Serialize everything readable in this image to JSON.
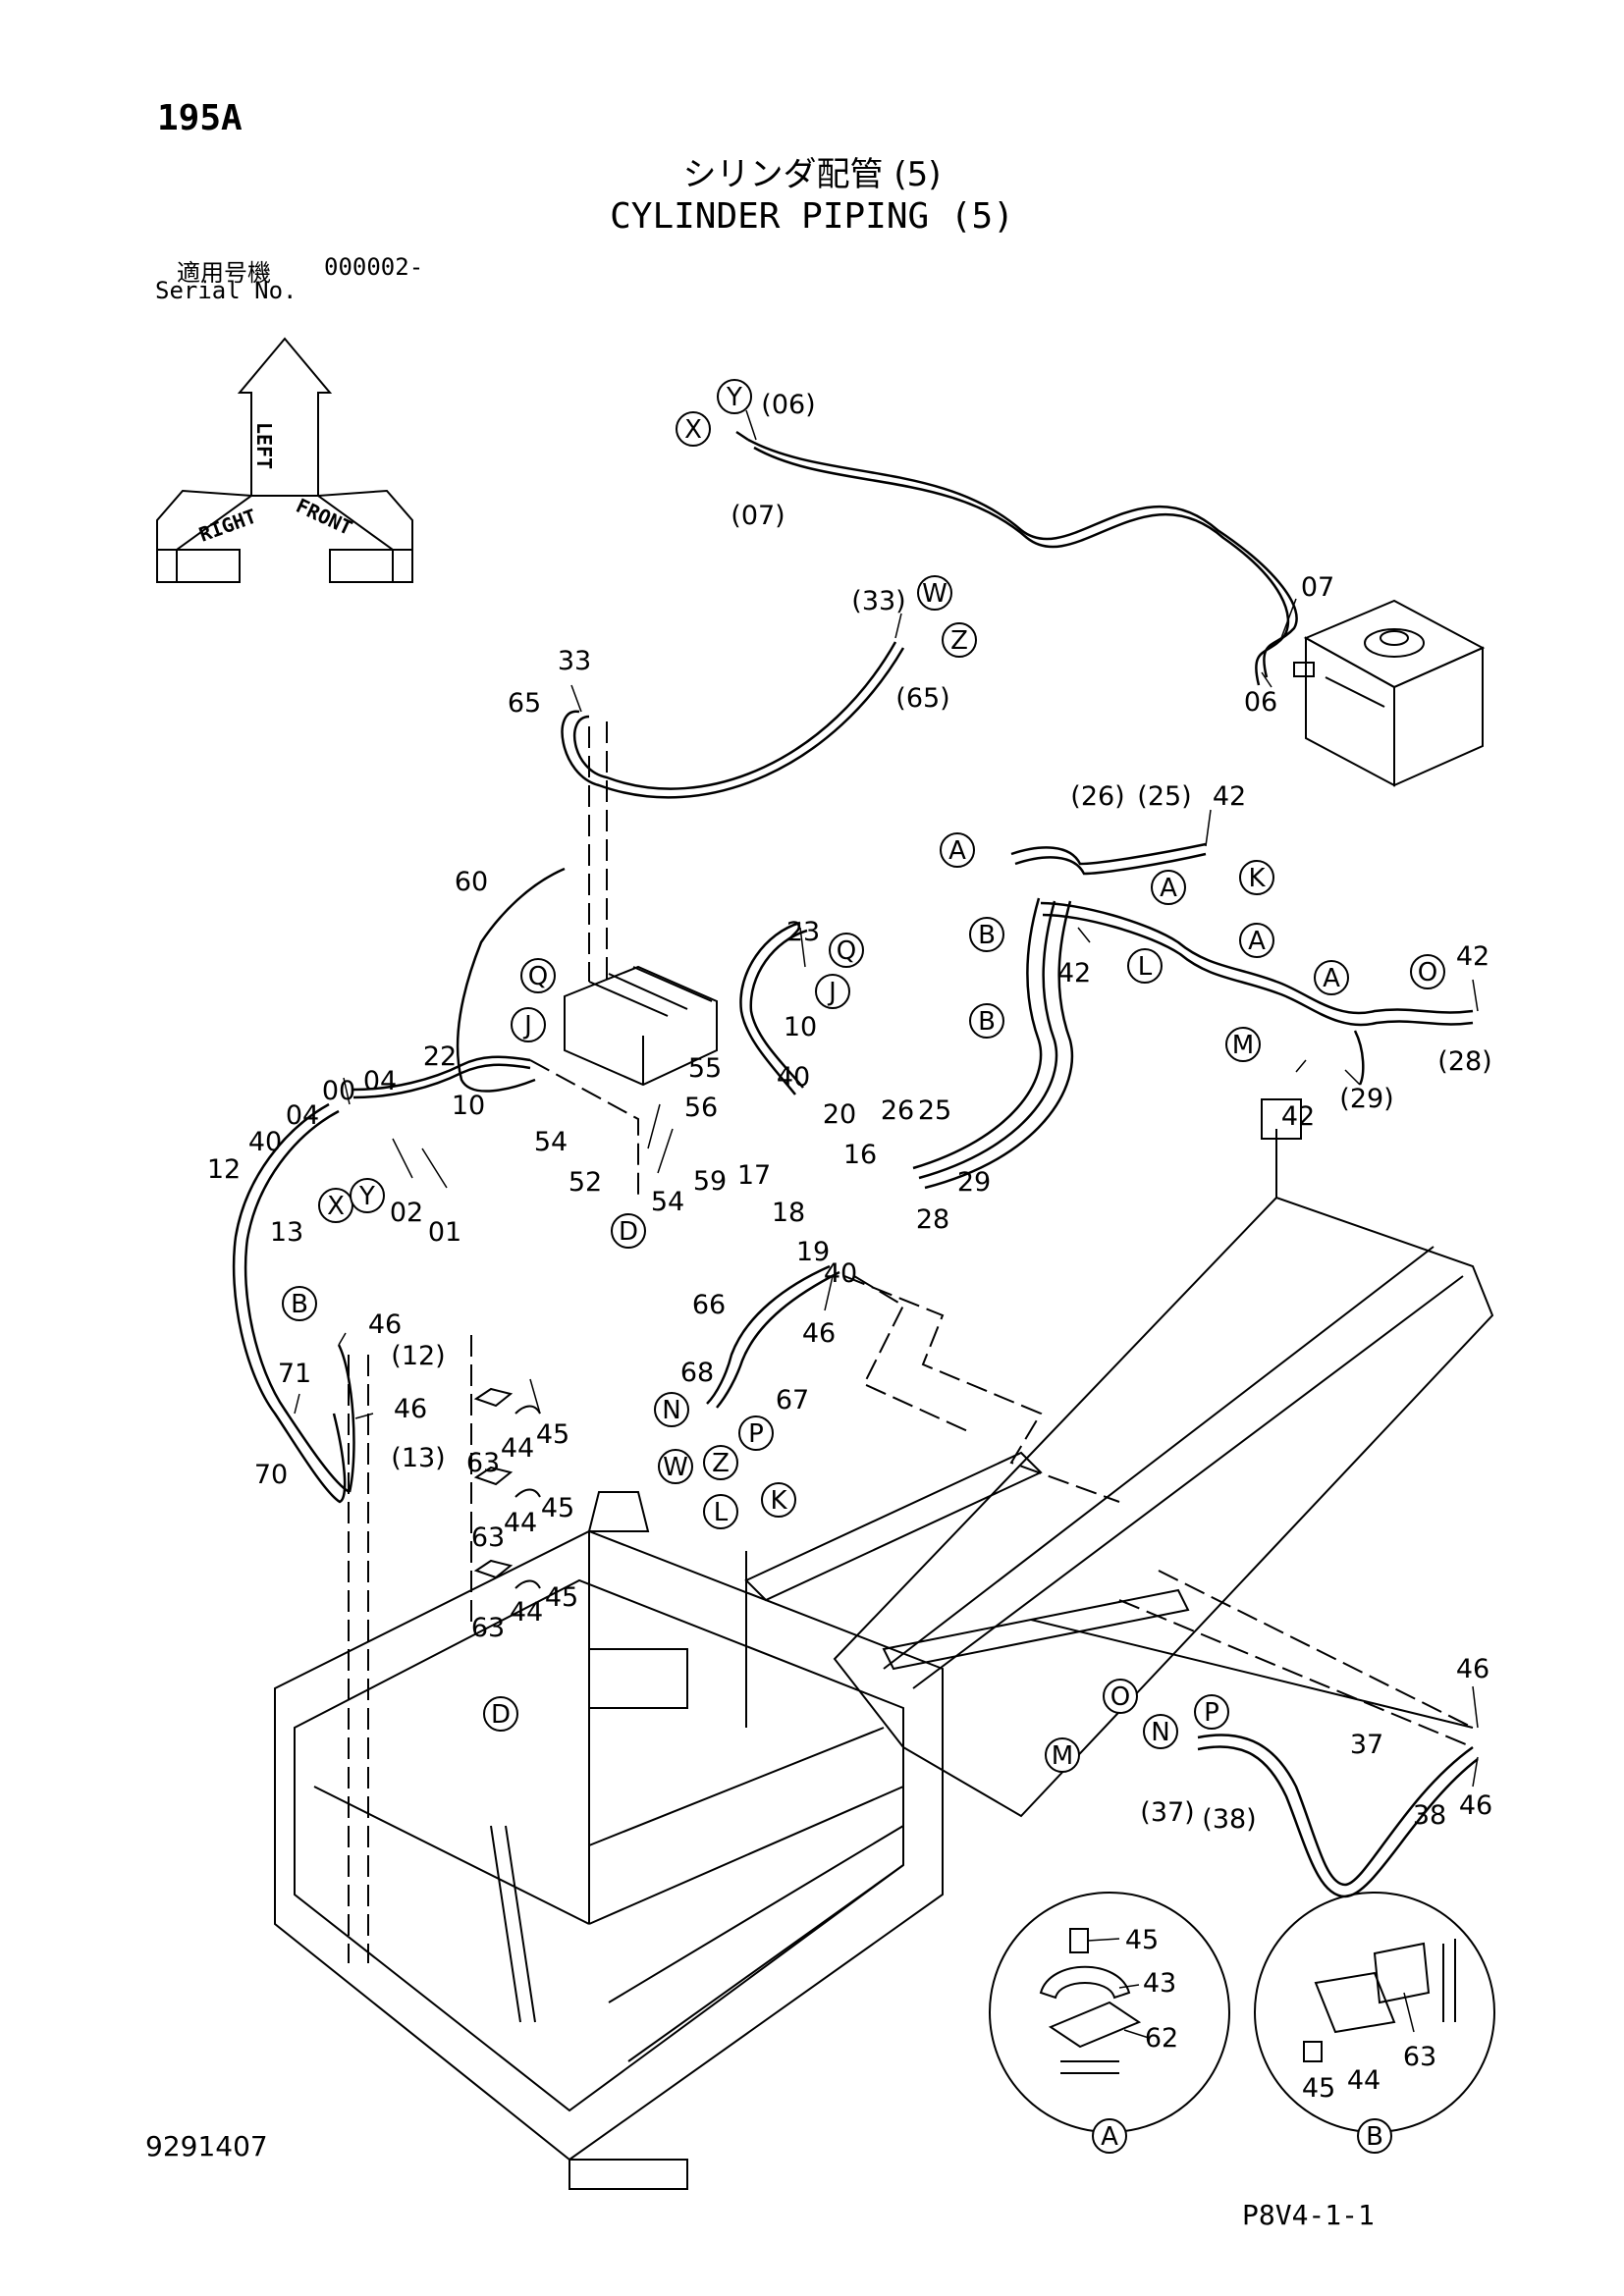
{
  "header": {
    "page_number": "195A",
    "title_jp": "シリンダ配管 (5)",
    "title_en": "CYLINDER PIPING (5)",
    "serial_label_jp": "適用号機",
    "serial_value": "000002-",
    "serial_label_en": "Serial No."
  },
  "footer": {
    "drawing_code": "9291407",
    "figure_code": "P8V4-1-1"
  },
  "orientation": {
    "arrow_labels": [
      "LEFT",
      "RIGHT",
      "FRONT"
    ]
  },
  "callouts": [
    {
      "id": "c1",
      "text": "Y"
    },
    {
      "id": "c2",
      "text": "X"
    },
    {
      "id": "c3",
      "text": "W"
    },
    {
      "id": "c4",
      "text": "Z"
    },
    {
      "id": "c5",
      "text": "Q"
    },
    {
      "id": "c6",
      "text": "J"
    },
    {
      "id": "c7",
      "text": "Q"
    },
    {
      "id": "c8",
      "text": "J"
    },
    {
      "id": "c9",
      "text": "A"
    },
    {
      "id": "c10",
      "text": "K"
    },
    {
      "id": "c11",
      "text": "B"
    },
    {
      "id": "c12",
      "text": "A"
    },
    {
      "id": "c13",
      "text": "L"
    },
    {
      "id": "c14",
      "text": "A"
    },
    {
      "id": "c15",
      "text": "A"
    },
    {
      "id": "c16",
      "text": "O"
    },
    {
      "id": "c17",
      "text": "B"
    },
    {
      "id": "c18",
      "text": "M"
    },
    {
      "id": "c19",
      "text": "X"
    },
    {
      "id": "c20",
      "text": "Y"
    },
    {
      "id": "c21",
      "text": "D"
    },
    {
      "id": "c22",
      "text": "B"
    },
    {
      "id": "c23",
      "text": "N"
    },
    {
      "id": "c24",
      "text": "P"
    },
    {
      "id": "c25",
      "text": "W"
    },
    {
      "id": "c26",
      "text": "Z"
    },
    {
      "id": "c27",
      "text": "K"
    },
    {
      "id": "c28",
      "text": "L"
    },
    {
      "id": "c29",
      "text": "D"
    },
    {
      "id": "c30",
      "text": "O"
    },
    {
      "id": "c31",
      "text": "M"
    },
    {
      "id": "c32",
      "text": "N"
    },
    {
      "id": "c33",
      "text": "P"
    },
    {
      "id": "c34",
      "text": "A"
    },
    {
      "id": "c35",
      "text": "B"
    }
  ],
  "part_labels": [
    {
      "id": "p1",
      "text": "(06)"
    },
    {
      "id": "p2",
      "text": "(07)"
    },
    {
      "id": "p3",
      "text": "07"
    },
    {
      "id": "p4",
      "text": "06"
    },
    {
      "id": "p5",
      "text": "(33)"
    },
    {
      "id": "p6",
      "text": "(65)"
    },
    {
      "id": "p7",
      "text": "33"
    },
    {
      "id": "p8",
      "text": "65"
    },
    {
      "id": "p9",
      "text": "60"
    },
    {
      "id": "p10",
      "text": "(26)"
    },
    {
      "id": "p11",
      "text": "(25)"
    },
    {
      "id": "p12",
      "text": "42"
    },
    {
      "id": "p13",
      "text": "42"
    },
    {
      "id": "p14",
      "text": "42"
    },
    {
      "id": "p15",
      "text": "(28)"
    },
    {
      "id": "p16",
      "text": "42"
    },
    {
      "id": "p17",
      "text": "(29)"
    },
    {
      "id": "p18",
      "text": "23"
    },
    {
      "id": "p19",
      "text": "10"
    },
    {
      "id": "p20",
      "text": "40"
    },
    {
      "id": "p21",
      "text": "20"
    },
    {
      "id": "p22",
      "text": "16"
    },
    {
      "id": "p23",
      "text": "17"
    },
    {
      "id": "p24",
      "text": "18"
    },
    {
      "id": "p25",
      "text": "19"
    },
    {
      "id": "p26",
      "text": "40"
    },
    {
      "id": "p27",
      "text": "26"
    },
    {
      "id": "p28",
      "text": "25"
    },
    {
      "id": "p29",
      "text": "29"
    },
    {
      "id": "p30",
      "text": "28"
    },
    {
      "id": "p31",
      "text": "55"
    },
    {
      "id": "p32",
      "text": "56"
    },
    {
      "id": "p33",
      "text": "59"
    },
    {
      "id": "p34",
      "text": "54"
    },
    {
      "id": "p35",
      "text": "54"
    },
    {
      "id": "p36",
      "text": "52"
    },
    {
      "id": "p37",
      "text": "22"
    },
    {
      "id": "p38",
      "text": "10"
    },
    {
      "id": "p39",
      "text": "00"
    },
    {
      "id": "p40",
      "text": "04"
    },
    {
      "id": "p41",
      "text": "04"
    },
    {
      "id": "p42",
      "text": "40"
    },
    {
      "id": "p43",
      "text": "12"
    },
    {
      "id": "p44",
      "text": "13"
    },
    {
      "id": "p45",
      "text": "02"
    },
    {
      "id": "p46",
      "text": "01"
    },
    {
      "id": "p47",
      "text": "46"
    },
    {
      "id": "p48",
      "text": "(12)"
    },
    {
      "id": "p49",
      "text": "71"
    },
    {
      "id": "p50",
      "text": "46"
    },
    {
      "id": "p51",
      "text": "(13)"
    },
    {
      "id": "p52",
      "text": "70"
    },
    {
      "id": "p53",
      "text": "45"
    },
    {
      "id": "p54",
      "text": "44"
    },
    {
      "id": "p55",
      "text": "63"
    },
    {
      "id": "p56",
      "text": "45"
    },
    {
      "id": "p57",
      "text": "44"
    },
    {
      "id": "p58",
      "text": "63"
    },
    {
      "id": "p59",
      "text": "45"
    },
    {
      "id": "p60",
      "text": "44"
    },
    {
      "id": "p61",
      "text": "63"
    },
    {
      "id": "p62",
      "text": "66"
    },
    {
      "id": "p63",
      "text": "46"
    },
    {
      "id": "p64",
      "text": "68"
    },
    {
      "id": "p65",
      "text": "67"
    },
    {
      "id": "p66",
      "text": "46"
    },
    {
      "id": "p67",
      "text": "37"
    },
    {
      "id": "p68",
      "text": "38"
    },
    {
      "id": "p69",
      "text": "46"
    },
    {
      "id": "p70",
      "text": "(37)"
    },
    {
      "id": "p71",
      "text": "(38)"
    },
    {
      "id": "p72",
      "text": "45"
    },
    {
      "id": "p73",
      "text": "43"
    },
    {
      "id": "p74",
      "text": "62"
    },
    {
      "id": "p75",
      "text": "45"
    },
    {
      "id": "p76",
      "text": "44"
    },
    {
      "id": "p77",
      "text": "63"
    }
  ]
}
